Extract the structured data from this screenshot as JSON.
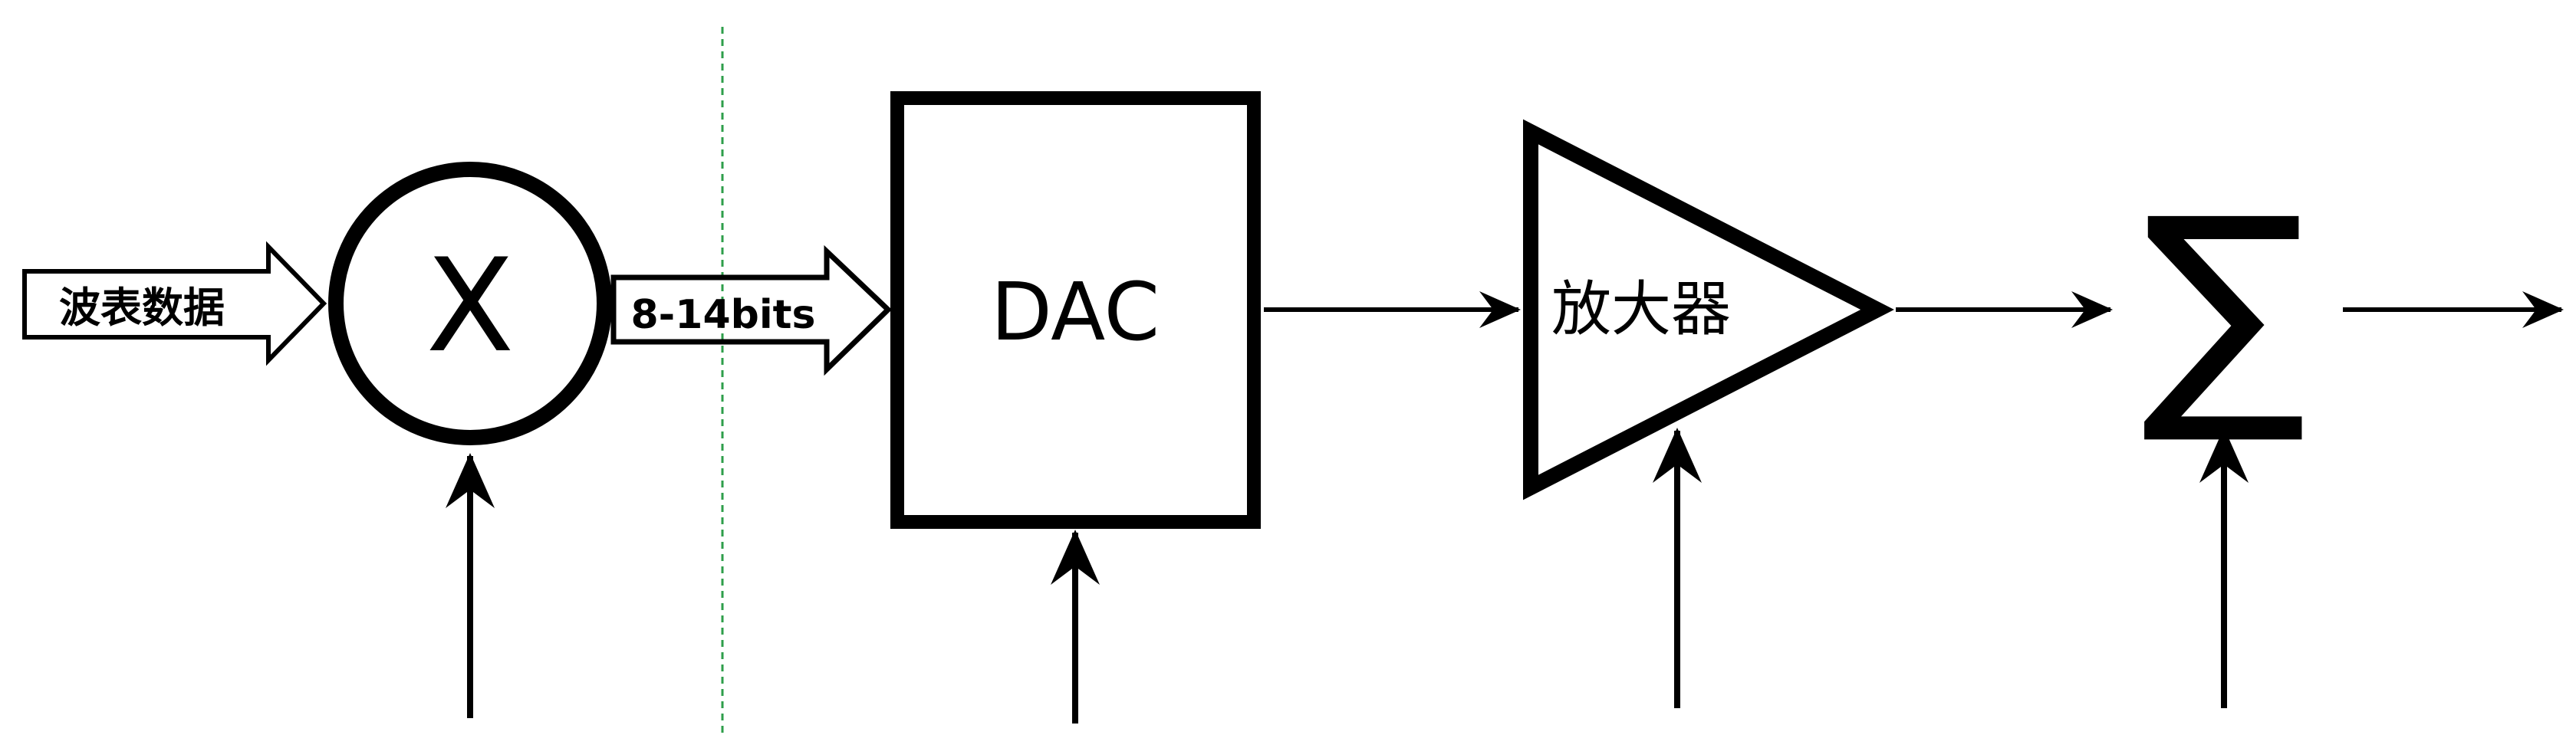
{
  "blocks": {
    "input_label": "波表数据",
    "multiplier_symbol": "X",
    "bus_label": "8-14bits",
    "dac_label": "DAC",
    "amplifier_label": "放大器",
    "summer_symbol": "∑"
  },
  "colors": {
    "stroke": "#000000",
    "divider": "#2e9e4a",
    "background": "#ffffff"
  }
}
